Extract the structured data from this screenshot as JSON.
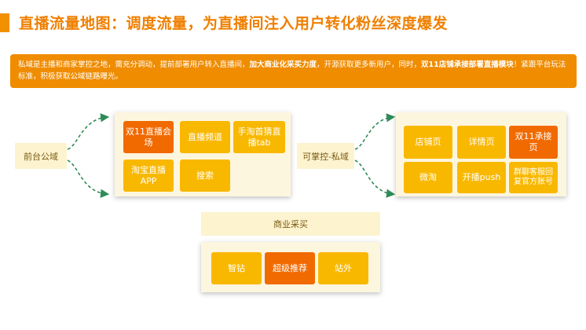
{
  "title": "直播流量地图：调度流量，为直播间注入用户转化粉丝深度爆发",
  "banner": {
    "part1": "私域是主播和商家掌控之地，需充分调动，提前部署用户转入直播间，",
    "part2": "加大商业化采买力度",
    "part3": "，开源获取更多新用户，同时，",
    "part4": "双11店铺承接部署直播模块",
    "part5": "！紧跟平台玩法标准，积极获取公域链路曝光。"
  },
  "public_domain": {
    "label": "前台公域",
    "items": [
      "双11直播会场",
      "直播频道",
      "手淘首猜直播tab",
      "淘宝直播APP",
      "搜索"
    ]
  },
  "private_domain": {
    "label": "可掌控-私域",
    "items": [
      "店铺页",
      "详情页",
      "双11承接页",
      "微淘",
      "开播push",
      "群聊客服回复官方账号"
    ]
  },
  "commercial": {
    "label": "商业采买",
    "items": [
      "智钻",
      "超级推荐",
      "站外"
    ]
  },
  "colors": {
    "accent": "#f08c00",
    "tile_yellow": "#f9b800",
    "tile_orange": "#f16a00",
    "arrow": "#2e8b57"
  }
}
